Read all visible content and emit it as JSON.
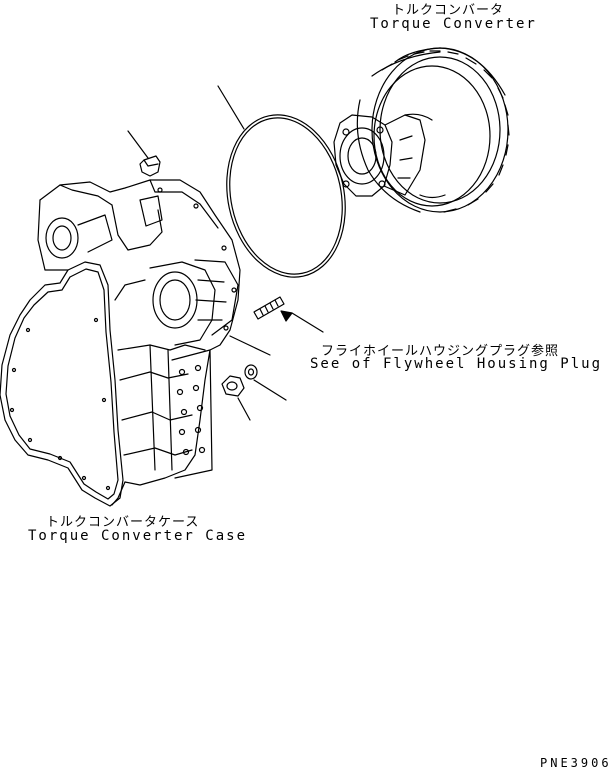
{
  "labels": {
    "torque_converter_jp": "トルクコンバータ",
    "torque_converter_en": "Torque Converter",
    "flywheel_jp": "フライホイールハウジングプラグ参照",
    "flywheel_en": "See of Flywheel Housing Plug",
    "case_jp": "トルクコンバータケース",
    "case_en": "Torque Converter Case",
    "drawing_code": "PNE3906"
  },
  "colors": {
    "line": "#000000",
    "background": "#ffffff"
  }
}
